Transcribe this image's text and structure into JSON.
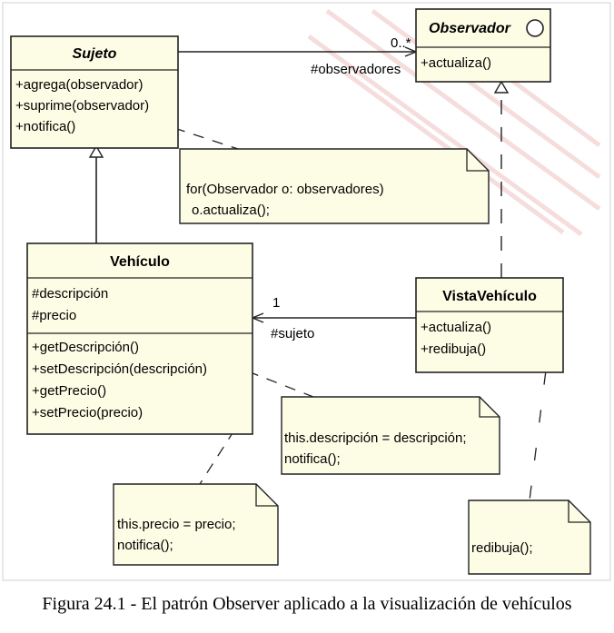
{
  "classes": {
    "sujeto": {
      "name": "Sujeto",
      "methods": [
        "+agrega(observador)",
        "+suprime(observador)",
        "+notifica()"
      ]
    },
    "observador": {
      "name": "Observador",
      "methods": [
        "+actualiza()"
      ]
    },
    "vehiculo": {
      "name": "Vehículo",
      "attributes": [
        "#descripción",
        "#precio"
      ],
      "methods": [
        "+getDescripción()",
        "+setDescripción(descripción)",
        "+getPrecio()",
        "+setPrecio(precio)"
      ]
    },
    "vista": {
      "name": "VistaVehículo",
      "methods": [
        "+actualiza()",
        "+redibuja()"
      ]
    }
  },
  "associations": {
    "observadores": {
      "multiplicity": "0..*",
      "role": "#observadores"
    },
    "sujeto": {
      "multiplicity": "1",
      "role": "#sujeto"
    }
  },
  "notes": {
    "notifica": [
      "for(Observador o: observadores)",
      "o.actualiza();"
    ],
    "set_descripcion": [
      "this.descripción = descripción;",
      "notifica();"
    ],
    "set_precio": [
      "this.precio = precio;",
      "notifica();"
    ],
    "redibuja": [
      "redibuja();"
    ]
  },
  "caption": "Figura 24.1 - El patrón Observer aplicado a la visualización de vehículos",
  "colors": {
    "class_fill": "#fdfde6",
    "line": "#222222",
    "watermark": "#e8a9a9"
  }
}
